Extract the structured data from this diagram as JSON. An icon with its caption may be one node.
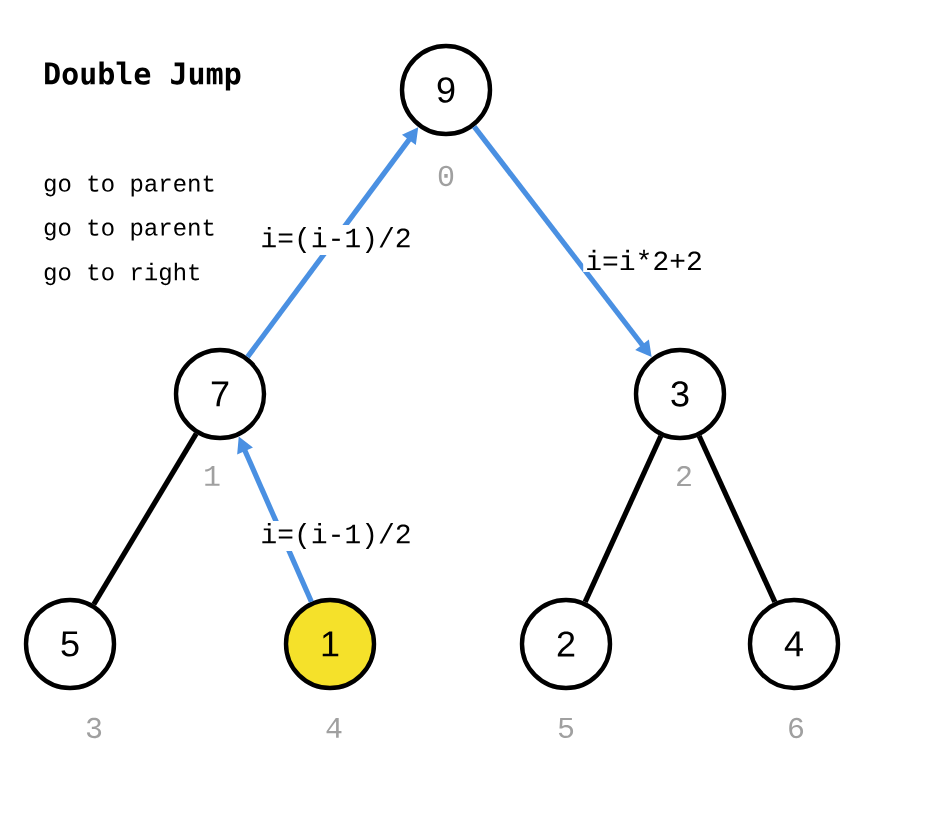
{
  "diagram": {
    "title": "Double Jump",
    "nodes": [
      {
        "text": [
          "9"
        ],
        "beside": [
          "0"
        ]
      },
      {
        "text": [
          "7"
        ],
        "beside": [
          "1"
        ]
      },
      {
        "text": [
          "3"
        ],
        "beside": [
          "2"
        ]
      },
      {
        "text": [
          "5"
        ],
        "beside": [
          "3"
        ]
      },
      {
        "text": [
          "1"
        ],
        "beside": [
          "4"
        ]
      },
      {
        "text": [
          "2"
        ],
        "beside": [
          "5"
        ]
      },
      {
        "text": [
          "4"
        ],
        "beside": [
          "6"
        ]
      }
    ],
    "edges": [
      {
        "from": 1,
        "to": 0,
        "arrow": "to",
        "label": "i=(i-1)/2",
        "color": "#4a90e2"
      },
      {
        "from": 0,
        "to": 2,
        "arrow": "to",
        "label": "i=i*2+2",
        "color": "#4a90e2"
      },
      {
        "from": 1,
        "to": 3,
        "arrow": "none",
        "color": "#000000"
      },
      {
        "from": 4,
        "to": 1,
        "arrow": "to",
        "label": "i=(i-1)/2",
        "color": "#4a90e2"
      },
      {
        "from": 2,
        "to": 5,
        "arrow": "none",
        "color": "#000000"
      },
      {
        "from": 2,
        "to": 6,
        "arrow": "none",
        "color": "#000000"
      }
    ],
    "labels": [
      "go to parent",
      "go to parent",
      "go to right"
    ]
  }
}
